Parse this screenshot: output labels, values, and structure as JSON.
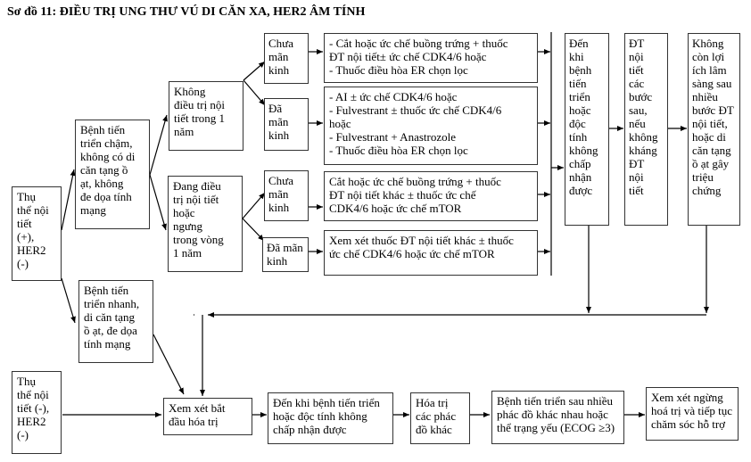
{
  "title": "Sơ đồ 11: ĐIỀU TRỊ UNG THƯ VÚ DI CĂN XA, HER2 ÂM TÍNH",
  "nodes": {
    "hr_pos": "Thụ\nthể nội\ntiết\n(+),\nHER2\n(-)",
    "hr_neg": "Thụ\nthể nội\ntiết (-),\nHER2\n(-)",
    "slow_progress": "Bệnh tiến\ntriển chậm,\nkhông có di\ncăn tạng ồ\nạt, không\nđe dọa tính\nmạng",
    "rapid_progress": "Bệnh tiến\ntriển nhanh,\ndi căn tạng\nồ ạt, đe dọa\ntính mạng",
    "no_endocrine_1yr": "Không\nđiều trị nội\ntiết trong 1\nnăm",
    "on_endocrine_1yr": "Đang điều\ntrị nội tiết\nhoặc\nngưng\ntrong vòng\n1 năm",
    "premeno_a": "Chưa\nmãn\nkinh",
    "postmeno_a": "Đã\nmãn\nkinh",
    "premeno_b": "Chưa\nmãn\nkinh",
    "postmeno_b": "Đã mãn\nkinh",
    "tx_premeno_a": "- Cắt hoặc ức chế buồng trứng + thuốc\nĐT nội tiết± ức chế CDK4/6 hoặc\n- Thuốc điều hòa ER chọn lọc",
    "tx_postmeno_a": "- AI ± ức chế CDK4/6 hoặc\n- Fulvestrant ±  thuốc ức chế CDK4/6\nhoặc\n- Fulvestrant + Anastrozole\n- Thuốc điều hòa ER chọn lọc",
    "tx_premeno_b": "Cắt hoặc ức chế buồng trứng + thuốc\nĐT nội tiết khác ± thuốc ức chế\nCDK4/6 hoặc ức chế mTOR",
    "tx_postmeno_b": "Xem xét thuốc ĐT nội tiết khác ± thuốc\nức chế CDK4/6 hoặc ức chế mTOR",
    "until_progression_v": "Đến\nkhi\nbệnh\ntiến\ntriển\nhoặc\nđộc\ntính\nkhông\nchấp\nnhận\nđược",
    "next_line_endocrine": "ĐT\nnội\ntiết\ncác\nbước\nsau,\nnếu\nkhông\nkháng\nĐT\nnội\ntiết",
    "no_clinical_benefit": "Không\ncòn lợi\ních lâm\nsàng sau\nnhiều\nbước ĐT\nnội tiết,\nhoặc  di\ncăn tạng\nồ ạt gây\ntriệu\nchứng",
    "consider_chemo": "Xem xét bắt\nđầu hóa trị",
    "until_progression_h": "Đến khi bệnh tiến triển\nhoặc độc tính không\nchấp nhận được",
    "other_chemo": "Hóa trị\ncác phác\nđồ khác",
    "progress_after_many": "Bệnh tiến triển sau nhiều\nphác đồ khác nhau hoặc\nthể trạng yếu (ECOG ≥3)",
    "stop_chemo": "Xem xét ngừng\nhoá trị và tiếp tục\nchăm sóc hỗ trợ"
  }
}
